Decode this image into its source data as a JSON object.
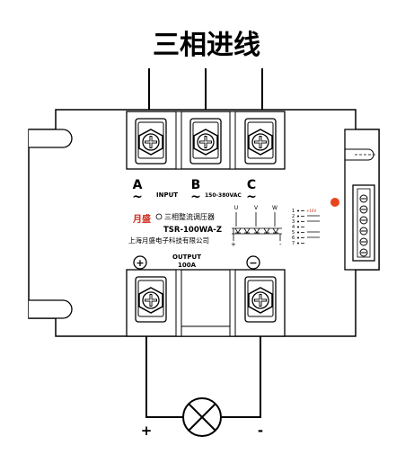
{
  "title": "三相进线",
  "phases": {
    "a": "A",
    "b": "B",
    "c": "C",
    "tilde": "~",
    "input_label": "INPUT",
    "voltage": "150-380VAC"
  },
  "device": {
    "brand": "月盛",
    "name": "三相整流调压器",
    "model": "TSR-100WA-Z",
    "company": "上海月盛电子科技有限公司",
    "output_label": "OUTPUT",
    "output_current": "100A",
    "plus_symbol": "+",
    "minus_symbol": "−"
  },
  "bridge": {
    "u": "U",
    "v": "V",
    "w": "W",
    "plus": "+",
    "minus": "-"
  },
  "pins": {
    "numbers": [
      "1",
      "2",
      "3",
      "4",
      "5",
      "6",
      "7"
    ],
    "note": "+10V"
  },
  "load": {
    "plus": "+",
    "minus": "-"
  },
  "colors": {
    "red_indicator": "#e8451e"
  }
}
